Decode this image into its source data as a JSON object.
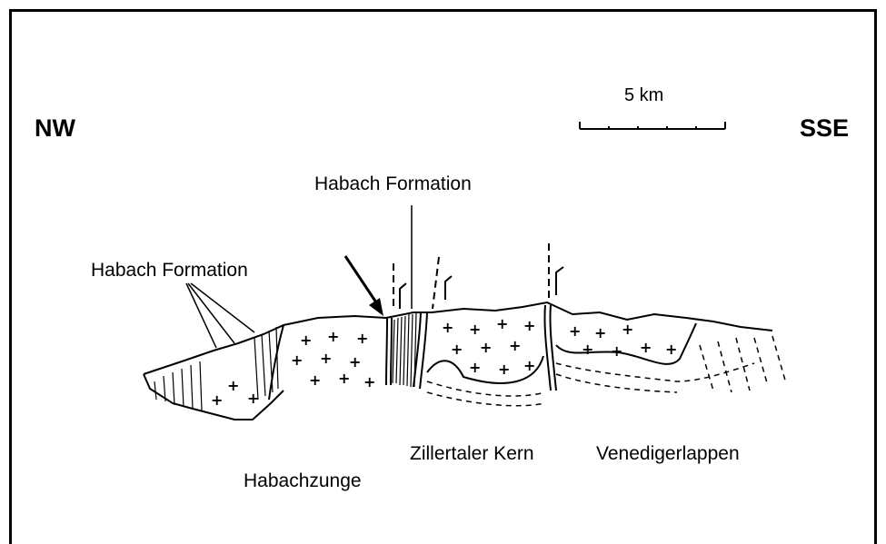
{
  "orientation": {
    "left": "NW",
    "right": "SSE"
  },
  "scale_bar": {
    "label": "5 km"
  },
  "labels": {
    "habach_formation_left": "Habach Formation",
    "habach_formation_top": "Habach Formation",
    "habachzunge": "Habachzunge",
    "zillertaler_kern": "Zillertaler Kern",
    "venedigerlappen": "Venedigerlappen"
  }
}
